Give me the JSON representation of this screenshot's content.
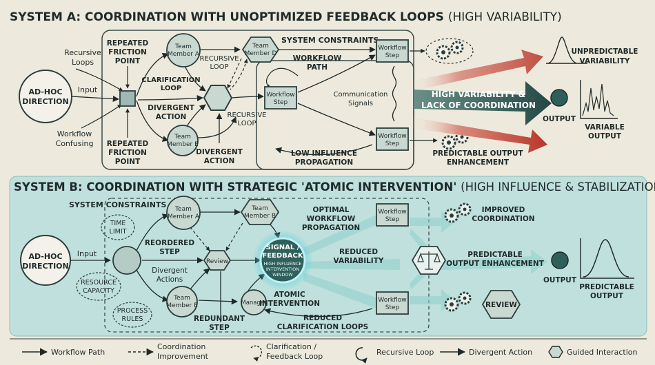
{
  "system_a": {
    "title_bold": "SYSTEM A: COORDINATION WITH UNOPTIMIZED FEEDBACK LOOPS",
    "title_light": "(HIGH VARIABILITY)",
    "ad_hoc": [
      "AD-HOC",
      "DIRECTION"
    ],
    "recursive_loops": [
      "Recursive",
      "Loops"
    ],
    "input": "Input",
    "workflow_confusing": [
      "Workflow",
      "Confusing"
    ],
    "friction_top": [
      "REPEATED",
      "FRICTION",
      "POINT"
    ],
    "friction_bottom": [
      "REPEATED",
      "FRICTION",
      "POINT"
    ],
    "team_a": [
      "Team",
      "Member A"
    ],
    "team_d": [
      "Team",
      "Member D"
    ],
    "team_e": [
      "Team",
      "Member E"
    ],
    "recursive_loop_1": [
      "RECURSIVE",
      "LOOP"
    ],
    "clarification_loop": [
      "CLARIFICATION",
      "LOOP"
    ],
    "divergent_1": [
      "DIVERGENT",
      "ACTION"
    ],
    "divergent_2": [
      "DIVERGENT",
      "ACTION"
    ],
    "recursive_loop_2": [
      "RECURSIVE",
      "LOOP"
    ],
    "system_constraints": "SYSTEM CONSTRAINTS",
    "workflow_path": [
      "WORKFLOW",
      "PATH"
    ],
    "workflow_step_center": [
      "Workflow",
      "Step"
    ],
    "workflow_step_top": [
      "Workflow",
      "Step"
    ],
    "workflow_step_bottom": [
      "Workflow",
      "Step"
    ],
    "communication_signals": [
      "Communication",
      "Signals"
    ],
    "low_influence": [
      "LOW INFLUENCE",
      "PROPAGATION"
    ],
    "high_variability": [
      "HIGH VARIABILITY &",
      "LACK OF COORDINATION"
    ],
    "unpredictable": [
      "UNPREDICTABLE",
      "VARIABILITY"
    ],
    "output": "OUTPUT",
    "variable_output": [
      "VARIABLE",
      "OUTPUT"
    ],
    "predictable_enh": [
      "PREDICTABLE OUTPUT",
      "ENHANCEMENT"
    ]
  },
  "system_b": {
    "title_bold": "SYSTEM B: COORDINATION WITH STRATEGIC 'ATOMIC INTERVENTION'",
    "title_light": "(HIGH INFLUENCE & STABILIZATION)",
    "system_constraints": "SYSTEM CONSTRAINTS",
    "time_limit": [
      "TIME",
      "LIMIT"
    ],
    "resource_capacity": [
      "RESOURCE",
      "CAPACITY"
    ],
    "process_rules": [
      "PROCESS",
      "RULES"
    ],
    "ad_hoc": [
      "AD-HOC",
      "DIRECTION"
    ],
    "input": "Input",
    "team_a": [
      "Team",
      "Member A"
    ],
    "team_b": [
      "Team",
      "Member B"
    ],
    "team_e": [
      "Team",
      "Member E"
    ],
    "reordered_step": [
      "REORDERED",
      "STEP"
    ],
    "review": "Review",
    "divergent_actions": [
      "Divergent",
      "Actions"
    ],
    "redundant_step": [
      "REDUNDANT",
      "STEP"
    ],
    "manager": "Manager",
    "signal_feedback": [
      "SIGNAL /",
      "FEEDBACK"
    ],
    "high_influence": [
      "HIGH INFLUENCE",
      "INTERVENTION",
      "WINDOW"
    ],
    "atomic_intervention": [
      "ATOMIC",
      "INTERVENTION"
    ],
    "optimal_workflow": [
      "OPTIMAL",
      "WORKFLOW",
      "PROPAGATION"
    ],
    "reduced_variability": [
      "REDUCED",
      "VARIABILITY"
    ],
    "reduced_clarification": [
      "REDUCED",
      "CLARIFICATION LOOPS"
    ],
    "workflow_step_top": [
      "Workflow",
      "Step"
    ],
    "workflow_step_bottom": [
      "Workflow",
      "Step"
    ],
    "improved_coordination": [
      "IMPROVED",
      "COORDINATION"
    ],
    "predictable_enh": [
      "PREDICTABLE",
      "OUTPUT ENHANCEMENT"
    ],
    "review_hex": "REVIEW",
    "output": "OUTPUT",
    "predictable_output": [
      "PREDICTABLE",
      "OUTPUT"
    ]
  },
  "legend": {
    "workflow_path": "Workflow Path",
    "coordination": [
      "Coordination",
      "Improvement"
    ],
    "clarification": [
      "Clarification /",
      "Feedback Loop"
    ],
    "recursive": "Recursive Loop",
    "divergent": "Divergent Action",
    "guided": "Guided Interaction"
  },
  "colors": {
    "background": "#ede9dc",
    "panel_b": "#bfe0dc",
    "node_fill": "#c9d9d2",
    "node_stroke": "#2c3e3c",
    "dark_teal": "#2f5f5a",
    "red_arrow": "#c0392b",
    "glow": "#5fd3e0"
  }
}
